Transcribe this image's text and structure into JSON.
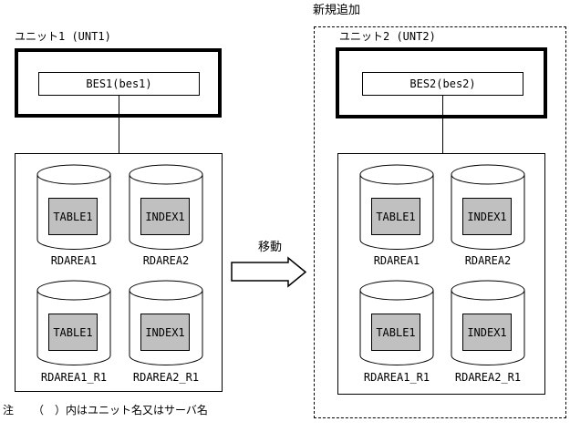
{
  "annotation_new": "新規追加",
  "move_label": "移動",
  "note": {
    "prefix": "注",
    "body": "（　）内はユニット名又はサーバ名"
  },
  "colors": {
    "background": "#ffffff",
    "line": "#000000",
    "object_fill": "#c0c0c0"
  },
  "units": [
    {
      "title": "ユニット1 (UNT1)",
      "server": "BES1(bes1)",
      "rdareas": [
        {
          "object": "TABLE1",
          "name": "RDAREA1"
        },
        {
          "object": "INDEX1",
          "name": "RDAREA2"
        },
        {
          "object": "TABLE1",
          "name": "RDAREA1_R1"
        },
        {
          "object": "INDEX1",
          "name": "RDAREA2_R1"
        }
      ]
    },
    {
      "title": "ユニット2 (UNT2)",
      "server": "BES2(bes2)",
      "rdareas": [
        {
          "object": "TABLE1",
          "name": "RDAREA1"
        },
        {
          "object": "INDEX1",
          "name": "RDAREA2"
        },
        {
          "object": "TABLE1",
          "name": "RDAREA1_R1"
        },
        {
          "object": "INDEX1",
          "name": "RDAREA2_R1"
        }
      ]
    }
  ]
}
